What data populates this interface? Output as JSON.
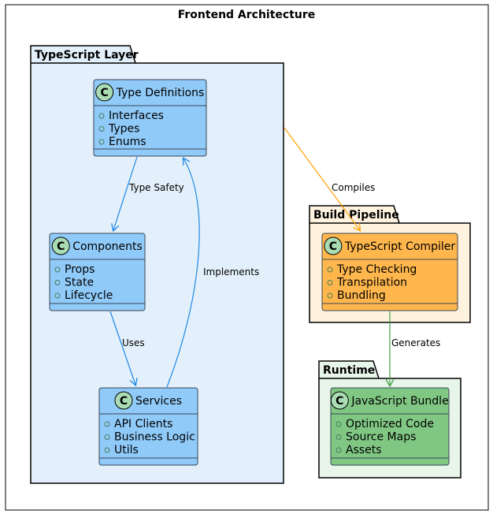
{
  "title": "Frontend Architecture",
  "packages": {
    "ts": {
      "label": "TypeScript Layer",
      "fill": "#e3f0fb"
    },
    "build": {
      "label": "Build Pipeline",
      "fill": "#fff3e0"
    },
    "runtime": {
      "label": "Runtime",
      "fill": "#e8f5e9"
    }
  },
  "classes": {
    "typedefs": {
      "badge": "C",
      "name": "Type Definitions",
      "fill": "#90caf9",
      "members": [
        "Interfaces",
        "Types",
        "Enums"
      ]
    },
    "components": {
      "badge": "C",
      "name": "Components",
      "fill": "#90caf9",
      "members": [
        "Props",
        "State",
        "Lifecycle"
      ]
    },
    "services": {
      "badge": "C",
      "name": "Services",
      "fill": "#90caf9",
      "members": [
        "API Clients",
        "Business Logic",
        "Utils"
      ]
    },
    "compiler": {
      "badge": "C",
      "name": "TypeScript Compiler",
      "fill": "#ffb74d",
      "members": [
        "Type Checking",
        "Transpilation",
        "Bundling"
      ]
    },
    "bundle": {
      "badge": "C",
      "name": "JavaScript Bundle",
      "fill": "#81c784",
      "members": [
        "Optimized Code",
        "Source Maps",
        "Assets"
      ]
    }
  },
  "edges": {
    "type_safety": {
      "label": "Type Safety",
      "color": "#1e88e5"
    },
    "uses": {
      "label": "Uses",
      "color": "#1e88e5"
    },
    "implements": {
      "label": "Implements",
      "color": "#1e88e5"
    },
    "compiles": {
      "label": "Compiles",
      "color": "#ffa000"
    },
    "generates": {
      "label": "Generates",
      "color": "#43a047"
    }
  },
  "colors": {
    "badge_fill": "#a9dcb3",
    "member_marker": "#4a7d5a"
  }
}
